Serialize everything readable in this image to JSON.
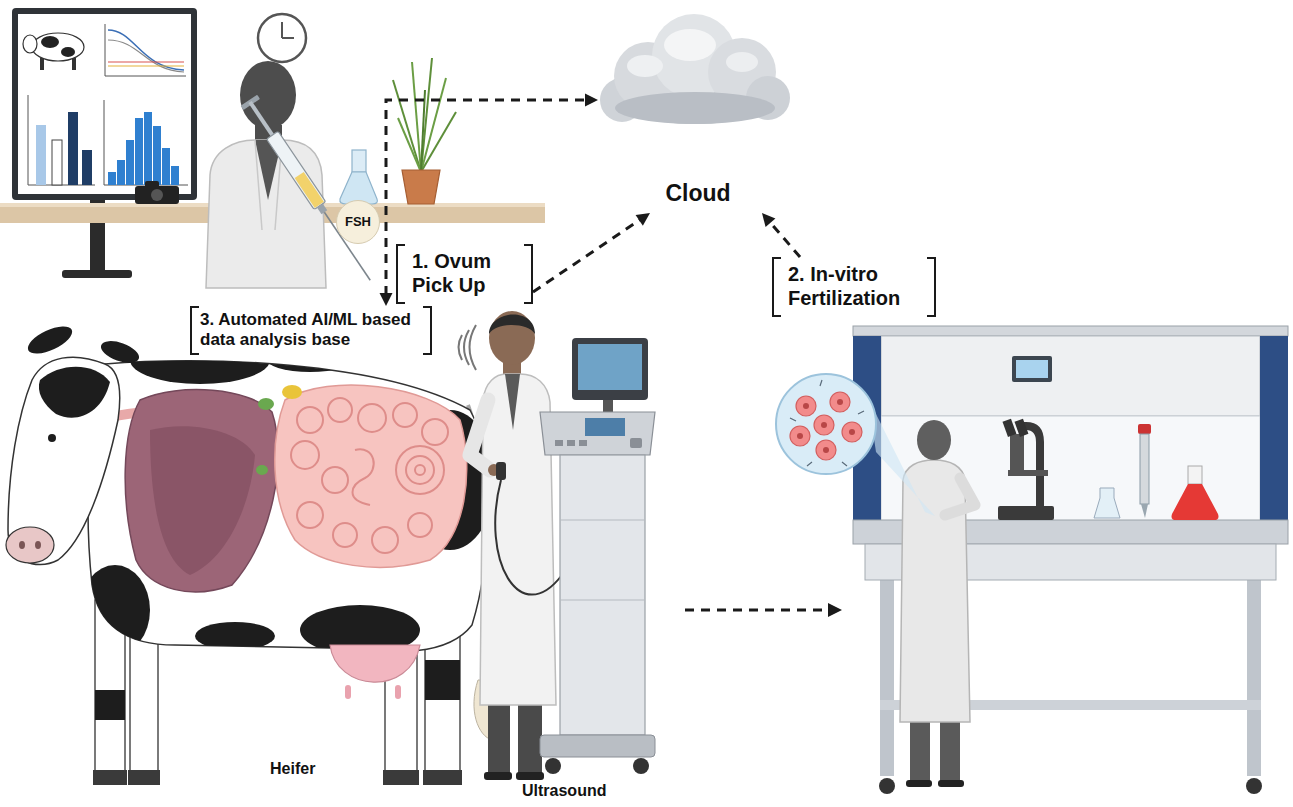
{
  "diagram": {
    "nodes": [
      {
        "text": [
          "3. Automated AI/ML based data analysis base"
        ]
      },
      {
        "text": [
          "Cloud"
        ]
      },
      {
        "text": [
          "FSH"
        ]
      },
      {
        "text": [
          "1. Ovum Pick Up"
        ]
      },
      {
        "text": [
          "2. In-vitro Fertilization"
        ]
      }
    ],
    "edges": [
      {
        "from": 0,
        "to": 1,
        "arrow": "both"
      },
      {
        "from": 3,
        "to": 1,
        "arrow": "to"
      },
      {
        "from": 4,
        "to": 1,
        "arrow": "to"
      }
    ],
    "labels": [
      "Heifer",
      "Ultrasound"
    ]
  }
}
